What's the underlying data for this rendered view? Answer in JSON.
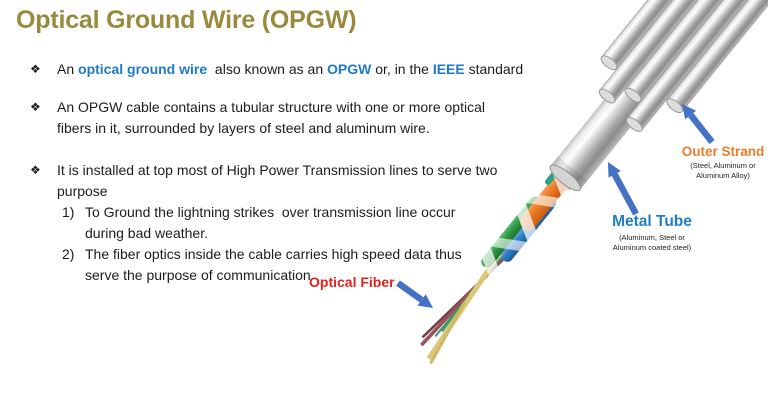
{
  "slide": {
    "title": "Optical Ground Wire (OPGW)",
    "title_color": "#9A8A3E",
    "bullet_glyph": "❖",
    "highlight_color": "#1E7AC9",
    "bullets": [
      {
        "segments": [
          {
            "t": "An ",
            "s": "n"
          },
          {
            "t": "optical ground wire",
            "s": "b"
          },
          {
            "t": "  also known as an ",
            "s": "n"
          },
          {
            "t": "OPGW",
            "s": "b"
          },
          {
            "t": " or, in the ",
            "s": "n"
          },
          {
            "t": "IEEE",
            "s": "b"
          },
          {
            "t": " standard",
            "s": "n"
          }
        ]
      },
      {
        "lines": [
          "An OPGW cable contains a tubular structure with one or more optical",
          "fibers in it, surrounded by layers of steel and aluminum wire."
        ]
      },
      {
        "lines": [
          "It is installed at top most of High Power Transmission lines to serve two",
          "purpose"
        ]
      }
    ],
    "numbered": [
      {
        "marker": "1)",
        "lines": [
          "To Ground the lightning strikes  over transmission line occur",
          "during bad weather."
        ]
      },
      {
        "marker": "2)",
        "lines": [
          "The fiber optics inside the cable carries high speed data thus",
          "serve the purpose of communication"
        ]
      }
    ]
  },
  "diagram": {
    "arrow_color": "#4472C4",
    "labels": {
      "optical_fiber": {
        "title": "Optical Fiber",
        "color": "#E2231A"
      },
      "outer_strand": {
        "title": "Outer Strand",
        "color": "#E87D2B",
        "sub": "(Steel, Aluminum or Aluminum Alloy)"
      },
      "metal_tube": {
        "title": "Metal Tube",
        "color": "#1F7DC4",
        "sub": "(Aluminum, Steel or Aluminum coated steel)"
      }
    }
  }
}
